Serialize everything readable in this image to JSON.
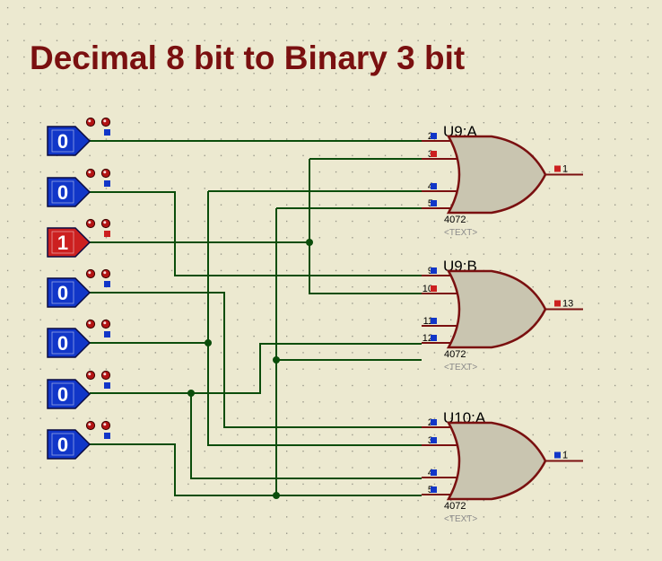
{
  "title": "Decimal 8 bit to Binary 3 bit",
  "colors": {
    "background": "#ece9d0",
    "wire": "#0b4d0b",
    "pin_wire": "#7a1010",
    "gate_fill": "#c9c5b0",
    "state_low": "#1136c8",
    "state_high": "#cc2020",
    "title": "#7a1010"
  },
  "inputs": [
    {
      "value": "0",
      "state": "low"
    },
    {
      "value": "0",
      "state": "low"
    },
    {
      "value": "1",
      "state": "high"
    },
    {
      "value": "0",
      "state": "low"
    },
    {
      "value": "0",
      "state": "low"
    },
    {
      "value": "0",
      "state": "low"
    },
    {
      "value": "0",
      "state": "low"
    }
  ],
  "gates": [
    {
      "ref": "U9:A",
      "part": "4072",
      "text": "<TEXT>",
      "in_pins": [
        "2",
        "3",
        "4",
        "5"
      ],
      "in_states": [
        "low",
        "high",
        "low",
        "low"
      ],
      "out_pin": "1",
      "out_state": "high"
    },
    {
      "ref": "U9:B",
      "part": "4072",
      "text": "<TEXT>",
      "in_pins": [
        "9",
        "10",
        "11",
        "12"
      ],
      "in_states": [
        "low",
        "high",
        "low",
        "low"
      ],
      "out_pin": "13",
      "out_state": "high"
    },
    {
      "ref": "U10:A",
      "part": "4072",
      "text": "<TEXT>",
      "in_pins": [
        "2",
        "3",
        "4",
        "5"
      ],
      "in_states": [
        "low",
        "low",
        "low",
        "low"
      ],
      "out_pin": "1",
      "out_state": "low"
    }
  ]
}
